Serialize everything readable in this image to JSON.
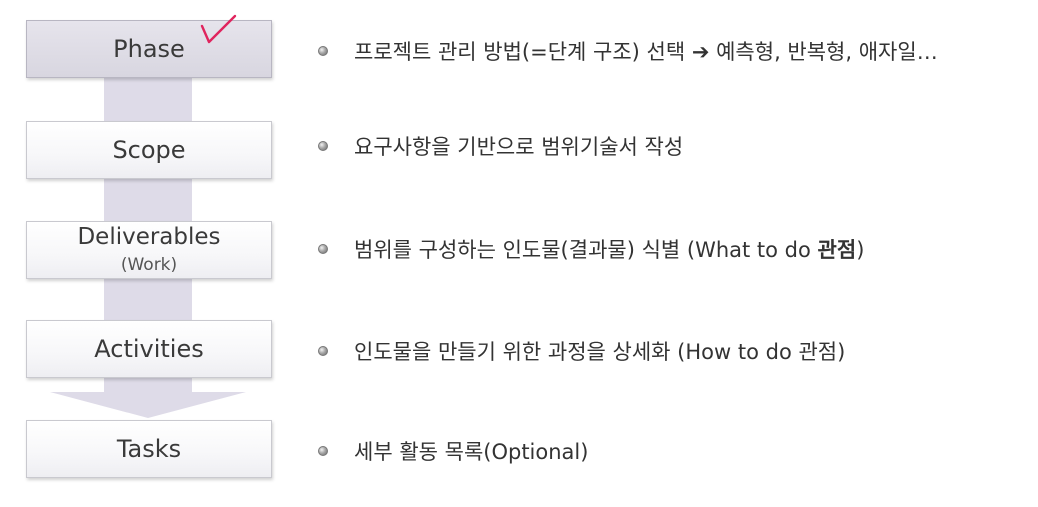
{
  "steps": [
    {
      "label": "Phase",
      "sub": "",
      "desc": "프로젝트 관리 방법(=단계 구조) 선택 ➔ 예측형, 반복형, 애자일…",
      "desc_bold": ""
    },
    {
      "label": "Scope",
      "sub": "",
      "desc": "요구사항을 기반으로 범위기술서 작성",
      "desc_bold": ""
    },
    {
      "label": "Deliverables",
      "sub": "(Work)",
      "desc": "범위를 구성하는 인도물(결과물) 식별 (What to do ",
      "desc_bold": "관점",
      "desc_tail": ")"
    },
    {
      "label": "Activities",
      "sub": "",
      "desc": "인도물을 만들기 위한 과정을 상세화 (How to do 관점)",
      "desc_bold": ""
    },
    {
      "label": "Tasks",
      "sub": "",
      "desc": "세부 활동 목록(Optional)",
      "desc_bold": ""
    }
  ],
  "colors": {
    "arrow": "#dedbe8",
    "checkmark": "#e0245e"
  }
}
